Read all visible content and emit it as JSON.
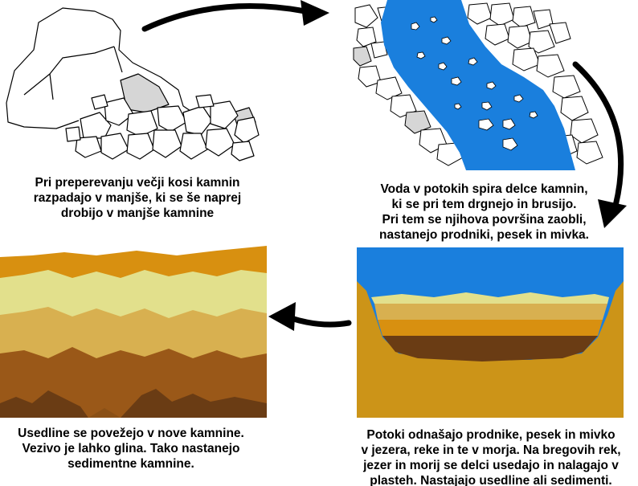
{
  "captions": {
    "weathering": {
      "lines": [
        "Pri preperevanju večji kosi kamnin",
        "razpadajo v manjše, ki se še naprej",
        "drobijo v manjše kamnine"
      ]
    },
    "streams": {
      "lines": [
        "Voda v potokih spira delce kamnin,",
        "ki se pri tem drgnejo in brusijo.",
        "Pri tem se njihova površina zaobli,",
        "nastanejo prodniki, pesek in mivka."
      ]
    },
    "rock": {
      "lines": [
        "Usedline se povežejo v nove kamnine.",
        "Vezivo je lahko glina. Tako nastanejo",
        "sedimentne kamnine."
      ]
    },
    "deposition": {
      "lines": [
        "Potoki odnašajo prodnike, pesek in mivko",
        "v jezera, reke in te v morja. Na bregovih rek,",
        "jezer in morij se delci usedajo in nalagajo v",
        "plasteh. Nastajajo usedline ali sedimenti."
      ]
    }
  },
  "colors": {
    "water": "#1a7fdd",
    "layer_dark": "#9a5818",
    "layer_orange": "#d89010",
    "layer_tan": "#d8b050",
    "layer_pale": "#e2e08c",
    "layer_brown": "#6a3c14",
    "basin_gold": "#cc9418",
    "rock_gray": "#d6d6d6",
    "arrow": "#000000"
  }
}
